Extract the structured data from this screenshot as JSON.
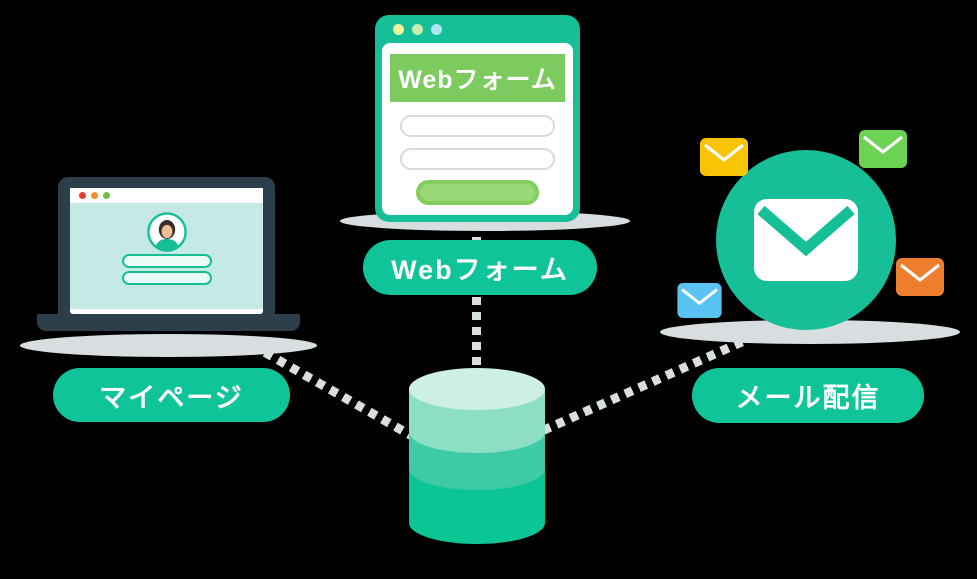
{
  "diagram": {
    "title": "Web form data flow diagram",
    "background_color": "#000000",
    "mypage": {
      "label": "マイページ"
    },
    "webform": {
      "label": "Webフォーム",
      "window_title": "Webフォーム"
    },
    "mail": {
      "label": "メール配信"
    },
    "colors": {
      "teal_primary": "#10C49A",
      "window_frame_teal": "#17BF98",
      "header_green": "#7DCB5F",
      "button_green": "#9AD877",
      "laptop_dark": "#2C3E4A",
      "laptop_screen_mint": "#C5EAE5",
      "db_top": "#CDEFE5",
      "db_band1": "#8CDEC5",
      "db_band2": "#3CCBA5",
      "db_band3": "#0BC595",
      "shadow_gray": "#D8DEE0",
      "dotted_line_gray": "#D9DEDE",
      "envelope_yellow": "#F7C505",
      "envelope_green": "#6CD254",
      "envelope_blue": "#59C3F2",
      "envelope_orange": "#EE7D2E",
      "traffic_red": "#E63B2E",
      "traffic_orange": "#F0912C",
      "traffic_green": "#6FBE4B"
    }
  }
}
